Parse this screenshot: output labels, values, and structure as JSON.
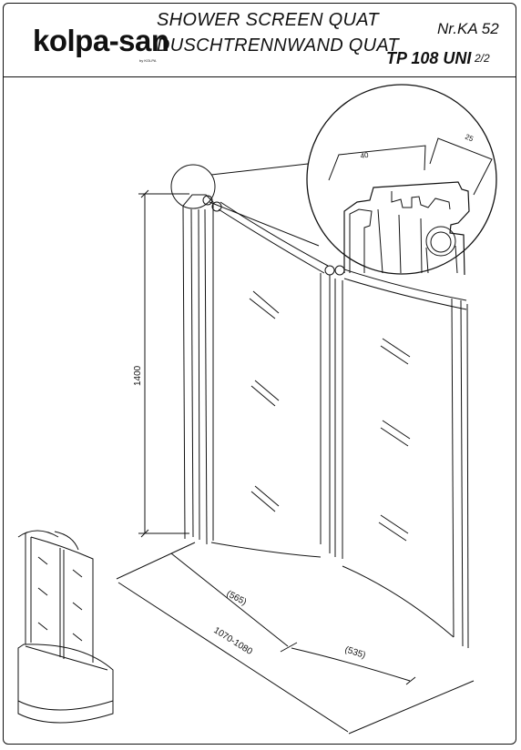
{
  "header": {
    "logo": "kolpa-san",
    "logo_sub": "by KOLPA",
    "title_line1": "SHOWER SCREEN QUAT",
    "title_line2": "DUSCHTRENNWAND QUAT",
    "doc_number": "Nr.KA 52",
    "model": "TP 108 UNI",
    "sheet": "2/2"
  },
  "dimensions": {
    "height": "1400",
    "first_panel": "(565)",
    "total_width": "1070-1080",
    "second_panel": "(535)",
    "detail_width_1": "40",
    "detail_width_2": "25"
  },
  "colors": {
    "line": "#111111",
    "background": "#ffffff"
  }
}
